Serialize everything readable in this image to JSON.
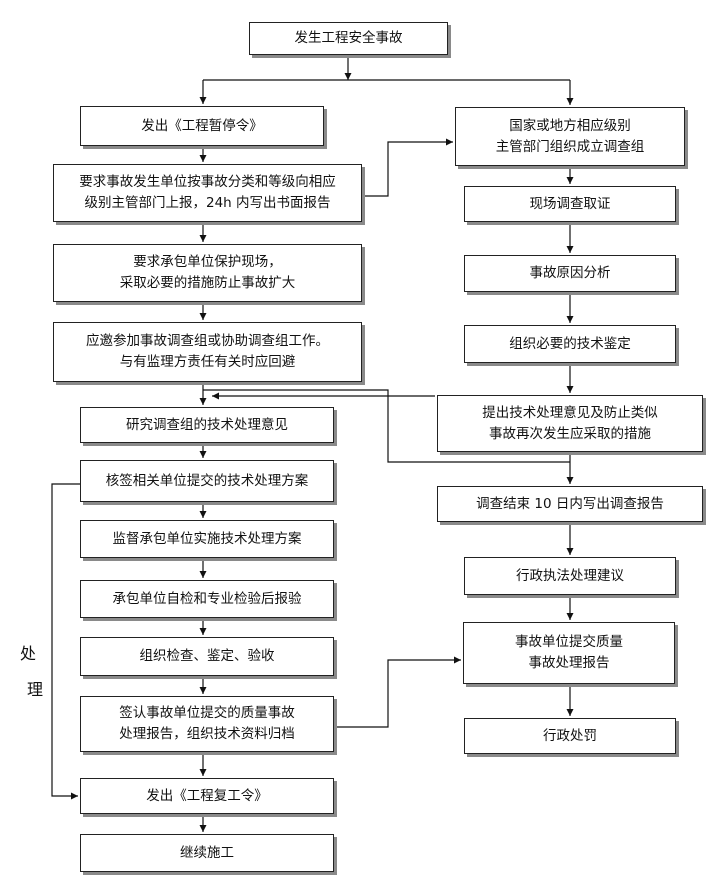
{
  "title": "发生工程安全事故",
  "left_column": {
    "stop_order": "发出《工程暂停令》",
    "report": [
      "要求事故发生单位按事故分类和等级向相应",
      "级别主管部门上报，24h 内写出书面报告"
    ],
    "protect_scene": [
      "要求承包单位保护现场，",
      "采取必要的措施防止事故扩大"
    ],
    "join_investigation": [
      "应邀参加事故调查组或协助调查组工作。",
      "与有监理方责任有关时应回避"
    ],
    "study_opinion": "研究调查组的技术处理意见",
    "sign_plan": "核签相关单位提交的技术处理方案",
    "supervise_plan": "监督承包单位实施技术处理方案",
    "self_check": "承包单位自检和专业检验后报验",
    "inspect_accept": "组织检查、鉴定、验收",
    "sign_report": [
      "签认事故单位提交的质量事故",
      "处理报告，组织技术资料归档"
    ],
    "resume_order": "发出《工程复工令》",
    "continue_work": "继续施工"
  },
  "right_column": {
    "form_group": [
      "国家或地方相应级别",
      "主管部门组织成立调查组"
    ],
    "site_evidence": "现场调查取证",
    "cause_analysis": "事故原因分析",
    "tech_appraisal": "组织必要的技术鉴定",
    "propose_measures": [
      "提出技术处理意见及防止类似",
      "事故再次发生应采取的措施"
    ],
    "investigation_report": "调查结束 10 日内写出调查报告",
    "admin_suggestion": "行政执法处理建议",
    "submit_quality_report": [
      "事故单位提交质量",
      "事故处理报告"
    ],
    "admin_penalty": "行政处罚"
  },
  "side_label": [
    "处",
    "理"
  ]
}
